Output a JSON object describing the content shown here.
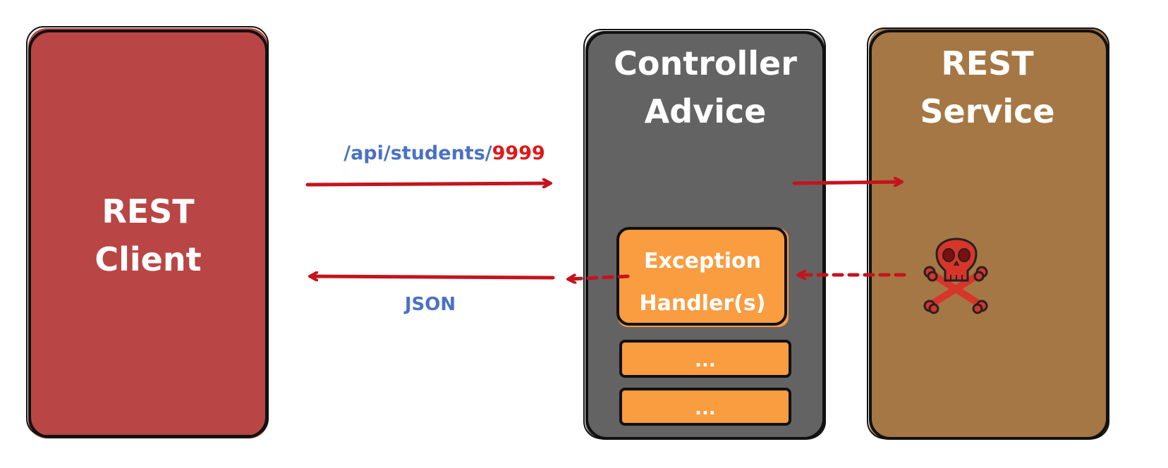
{
  "nodes": {
    "client": {
      "line1": "REST",
      "line2": "Client"
    },
    "advice": {
      "line1": "Controller",
      "line2": "Advice"
    },
    "service": {
      "line1": "REST",
      "line2": "Service"
    },
    "handler": {
      "line1": "Exception",
      "line2": "Handler(s)"
    },
    "more1": "...",
    "more2": "..."
  },
  "edges": {
    "request": {
      "path": "/api/students/",
      "id": "9999"
    },
    "response": {
      "label": "JSON"
    }
  },
  "icons": {
    "error": "skull-crossbones-icon"
  },
  "colors": {
    "client": "#b94545",
    "advice": "#636363",
    "service": "#a57744",
    "handler": "#fa9c40",
    "arrow": "#c4141c",
    "path_text": "#4a72c4",
    "id_text": "#e01818",
    "skull": "#d8352a"
  }
}
